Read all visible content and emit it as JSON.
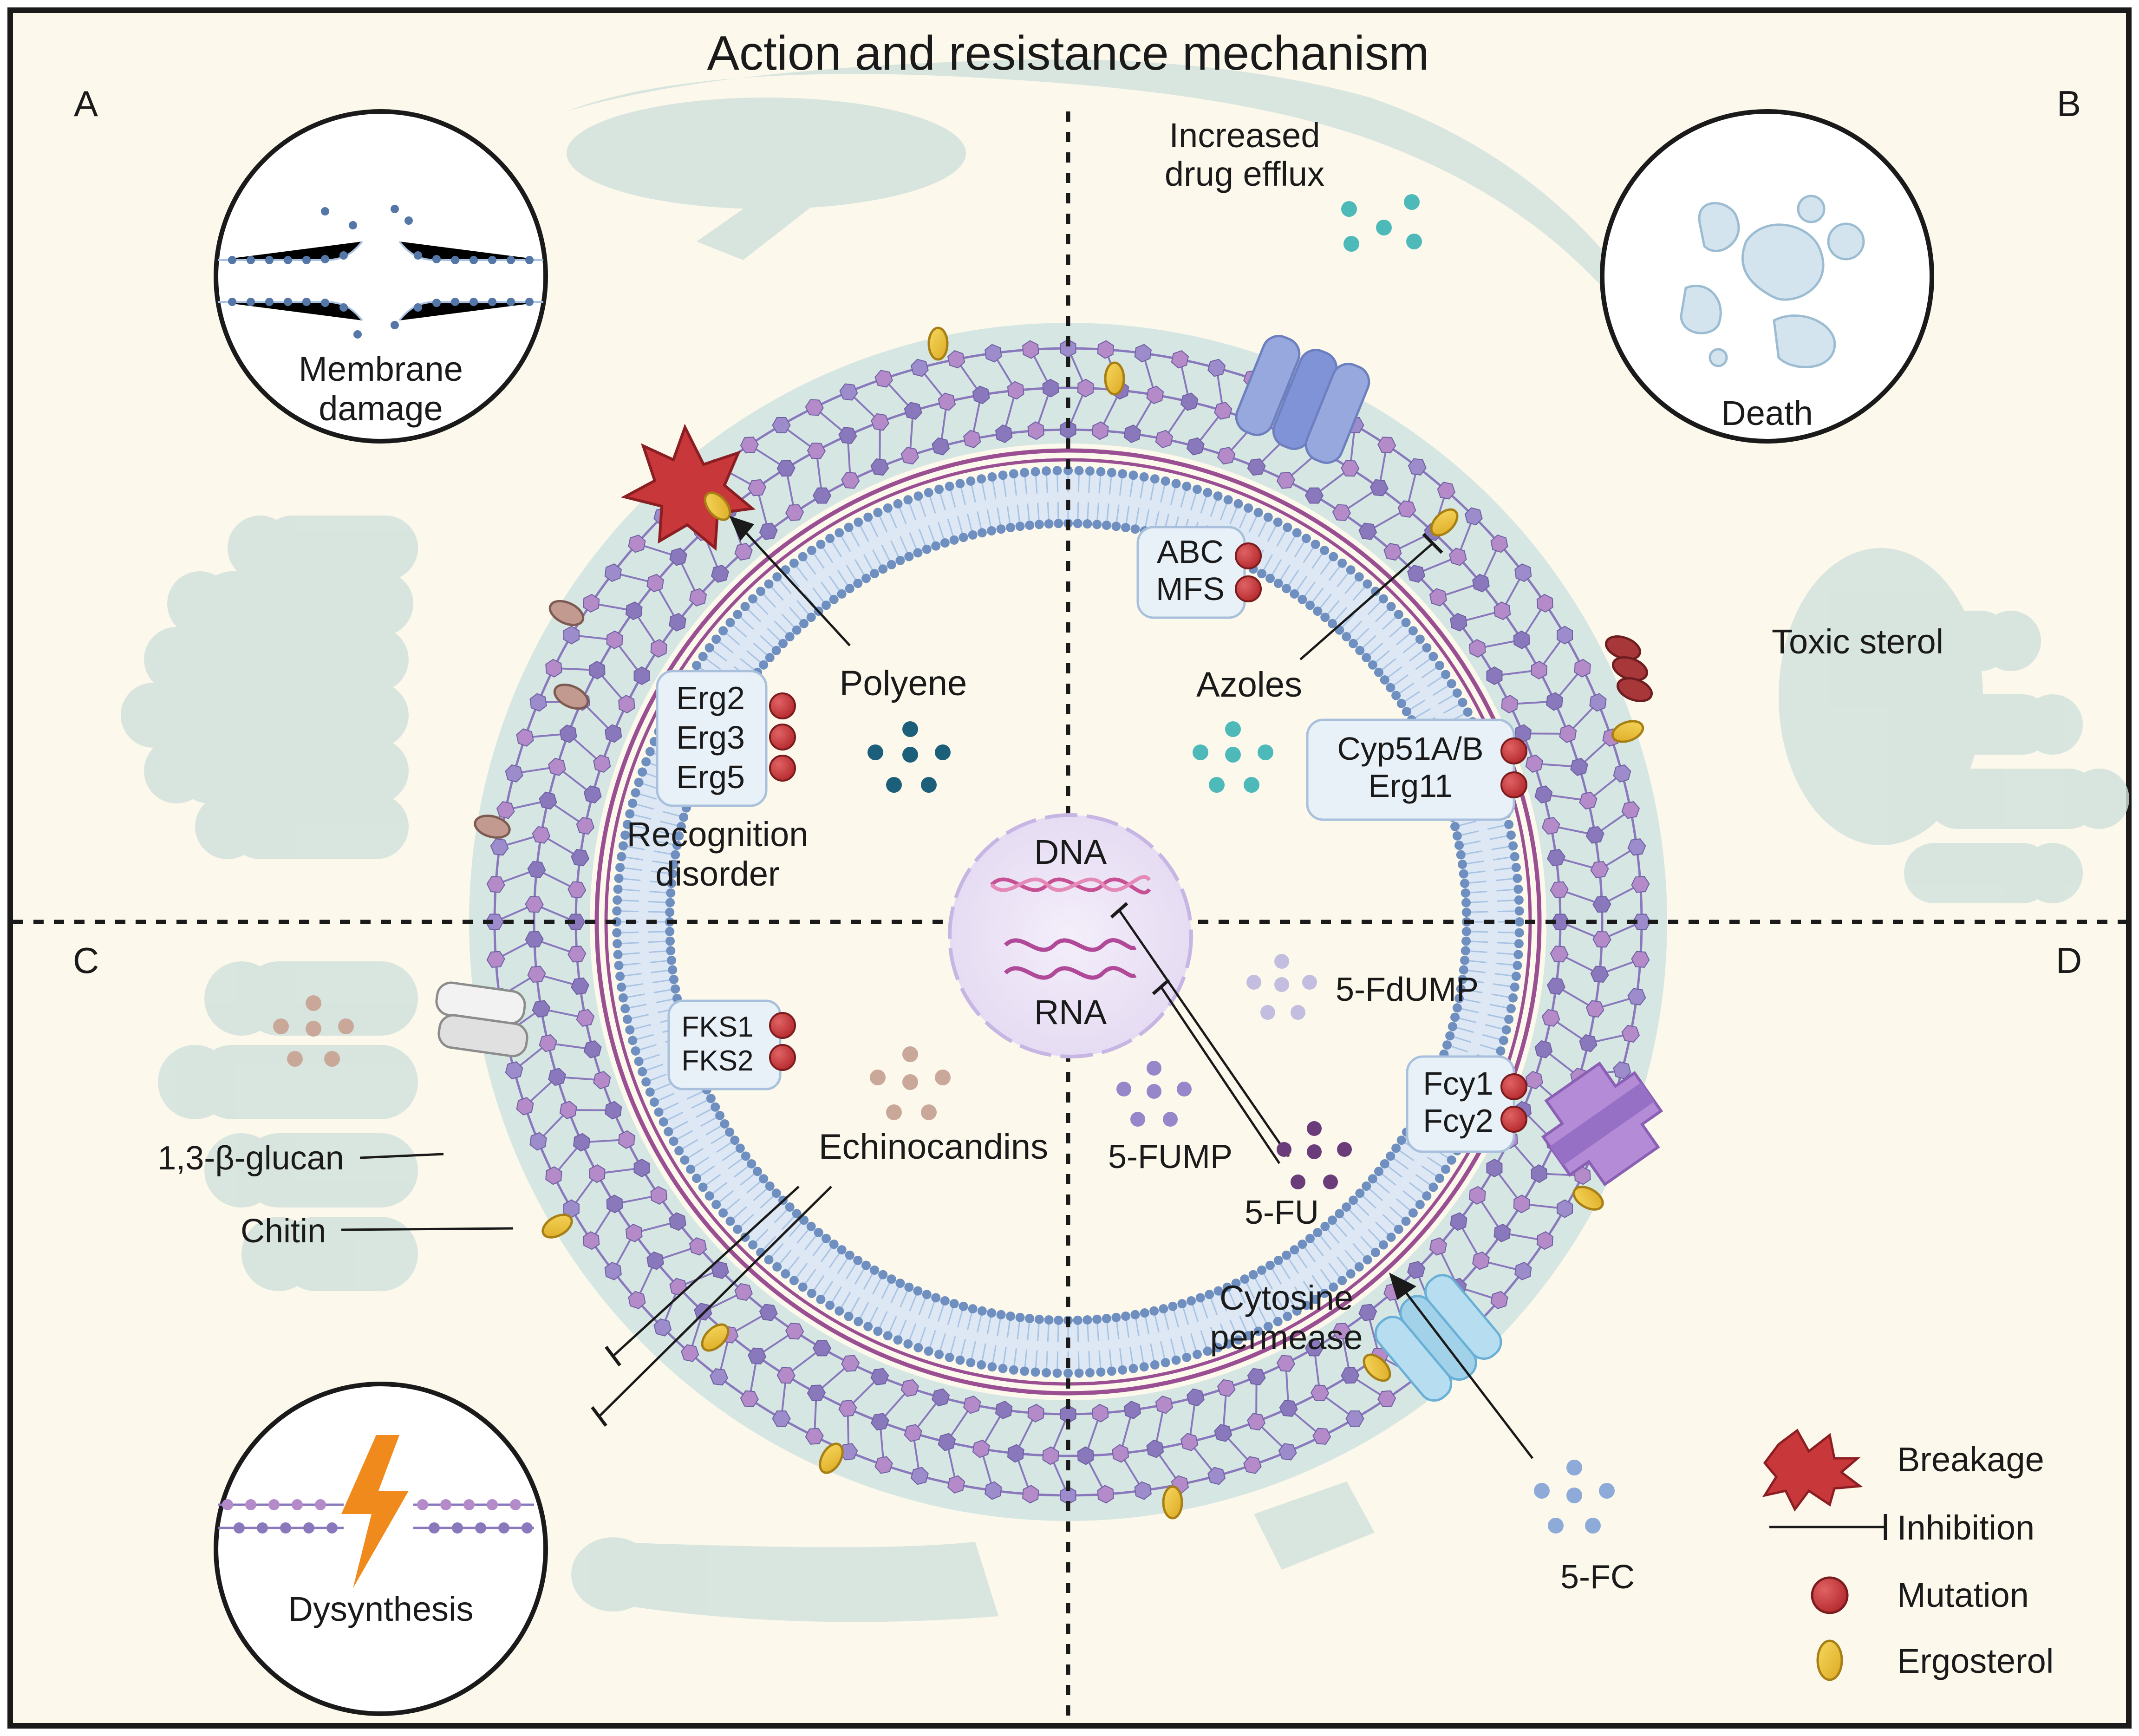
{
  "title": "Action and resistance mechanism",
  "panels": {
    "a": "A",
    "b": "B",
    "c": "C",
    "d": "D"
  },
  "insets": {
    "membrane_damage": [
      "Membrane",
      "damage"
    ],
    "death": "Death",
    "dysynthesis": "Dysynthesis"
  },
  "quadrant_a": {
    "genes": [
      "Erg2",
      "Erg3",
      "Erg5"
    ],
    "drug": "Polyene",
    "effect": [
      "Recognition",
      "disorder"
    ]
  },
  "quadrant_b": {
    "efflux": [
      "Increased",
      "drug efflux"
    ],
    "transporters": [
      "ABC",
      "MFS"
    ],
    "drug": "Azoles",
    "targets": [
      "Cyp51A/B",
      "Erg11"
    ],
    "toxic": "Toxic sterol"
  },
  "quadrant_c": {
    "genes": [
      "FKS1",
      "FKS2"
    ],
    "drug": "Echinocandins",
    "glucan": "1,3-β-glucan",
    "chitin": "Chitin"
  },
  "quadrant_d": {
    "fdump": "5-FdUMP",
    "fump": "5-FUMP",
    "fu": "5-FU",
    "genes": [
      "Fcy1",
      "Fcy2"
    ],
    "permease": [
      "Cytosine",
      "permease"
    ],
    "fc": "5-FC"
  },
  "nucleus": {
    "dna": "DNA",
    "rna": "RNA"
  },
  "legend": {
    "breakage": "Breakage",
    "inhibition": "Inhibition",
    "mutation": "Mutation",
    "ergosterol": "Ergosterol"
  },
  "colors": {
    "background": "#fcf8eb",
    "mutation": "#c8373a",
    "breakage": "#c8373a",
    "ergosterol": "#f0c43a",
    "lipid_head": "#6e8fbf",
    "cell_wall": "#8a78bd",
    "chitin": "#b98bc4",
    "membrane_purple": "#9a4f92",
    "blob": "#cfe1dc",
    "polyene": "#1c5f7a",
    "azole": "#4db9b9",
    "fc": "#8eaad8",
    "fu": "#6a3c7a",
    "fump": "#9587c9",
    "fdump": "#c3bddf",
    "echinocandin": "#c9a89a",
    "lightning": "#f08a1c"
  }
}
